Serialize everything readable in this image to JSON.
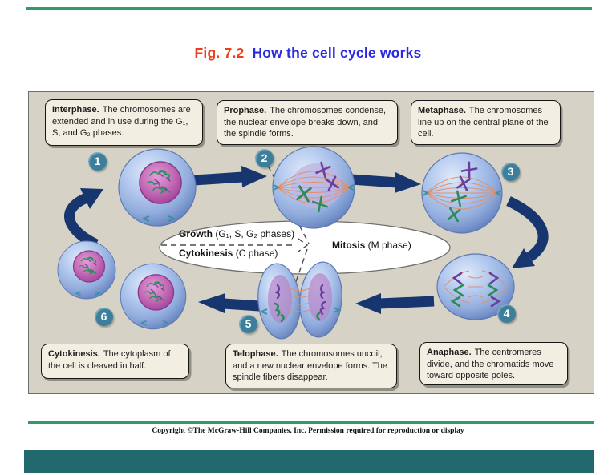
{
  "title": {
    "fig": "Fig. 7.2",
    "text": "How the cell cycle works"
  },
  "stages": [
    {
      "num": "1",
      "name": "Interphase.",
      "desc": "The chromosomes are extended and in use during the G₁, S, and G₂ phases."
    },
    {
      "num": "2",
      "name": "Prophase.",
      "desc": "The chromosomes condense, the nuclear envelope breaks down, and the spindle forms."
    },
    {
      "num": "3",
      "name": "Metaphase.",
      "desc": "The chromosomes line up on the central plane of the cell."
    },
    {
      "num": "4",
      "name": "Anaphase.",
      "desc": "The centromeres divide, and the chromatids move toward opposite poles."
    },
    {
      "num": "5",
      "name": "Telophase.",
      "desc": "The chromosomes uncoil, and a new nuclear envelope forms. The spindle fibers disappear."
    },
    {
      "num": "6",
      "name": "Cytokinesis.",
      "desc": "The cytoplasm of the cell is cleaved in half."
    }
  ],
  "cycle": {
    "growth_b": "Growth",
    "growth_r": " (G₁, S, G₂ phases)",
    "cyto_b": "Cytokinesis",
    "cyto_r": " (C phase)",
    "mito_b": "Mitosis",
    "mito_r": " (M phase)"
  },
  "footer": {
    "copyright": "Copyright ©The McGraw-Hill Companies, Inc. Permission required for reproduction or display"
  },
  "colors": {
    "accent_red": "#e8401c",
    "accent_blue": "#2a2ae2",
    "rule_green": "#2f9e63",
    "footer_teal": "#21696c",
    "badge_teal": "#3c7f9d",
    "arrow_navy": "#17356e",
    "panel_bg": "#d6d2c6",
    "caption_bg": "#f2eee2"
  }
}
